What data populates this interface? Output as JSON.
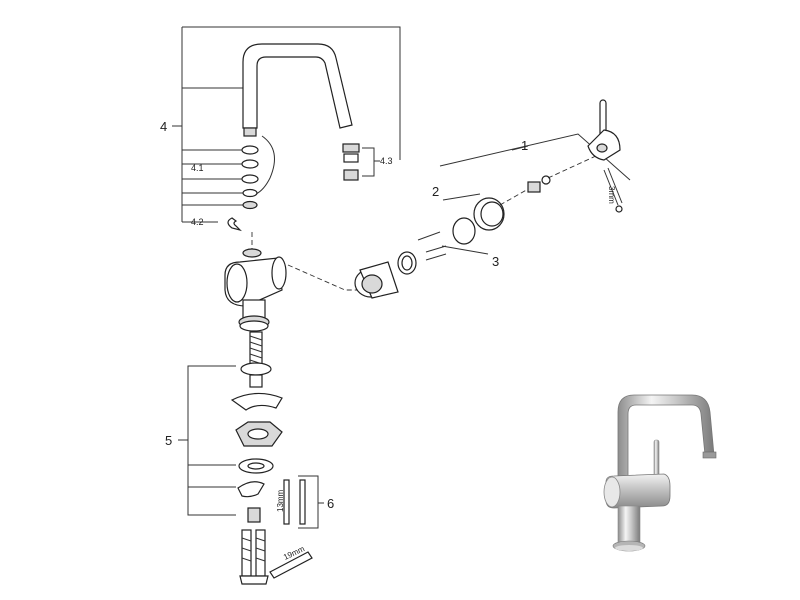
{
  "callouts": {
    "c1": "1",
    "c2": "2",
    "c3": "3",
    "c4": "4",
    "c41": "4.1",
    "c42": "4.2",
    "c43": "4.3",
    "c5": "5",
    "c6": "6"
  },
  "dimensions": {
    "d3mm": "3mm",
    "d13mm": "13mm",
    "d19mm": "19mm"
  },
  "colors": {
    "line": "#222222",
    "chrome_light": "#f2f2f2",
    "chrome_dark": "#9a9a9a"
  }
}
